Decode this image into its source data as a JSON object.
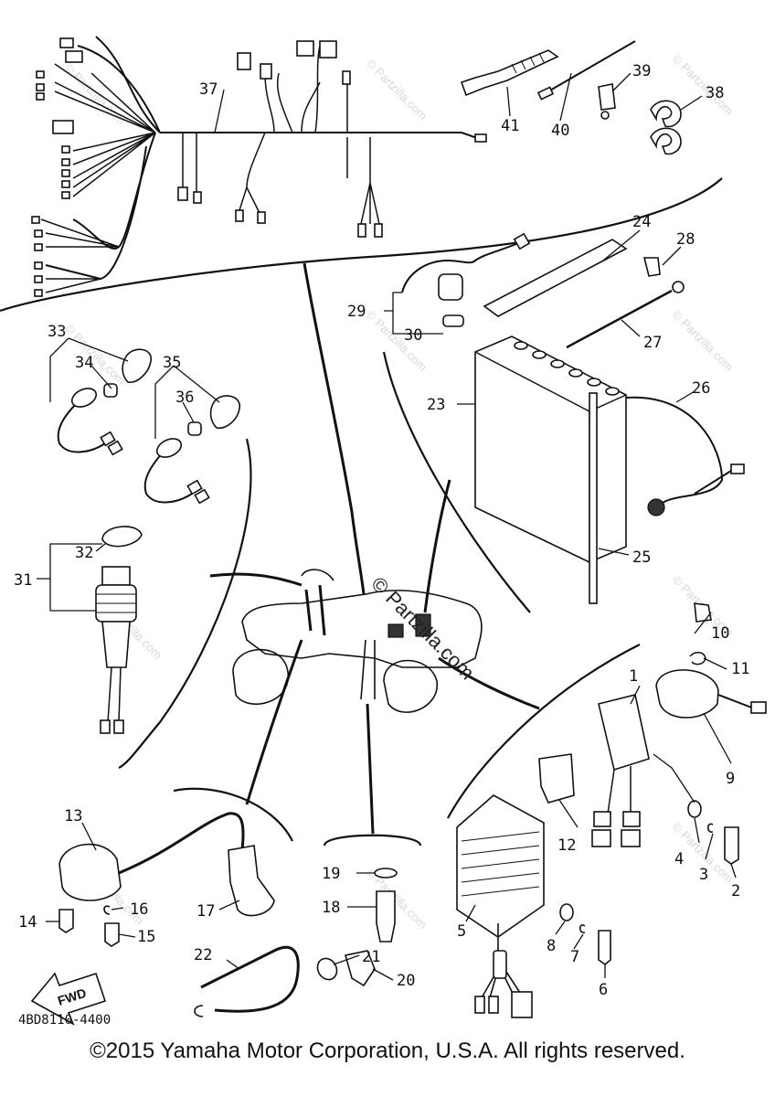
{
  "diagram": {
    "part_code": "4BD8110-4400",
    "direction_label": "FWD",
    "watermark_text": "© Partzilla.com",
    "center_watermark": "© Partzilla.com",
    "callouts": [
      {
        "id": "37",
        "label": "37"
      },
      {
        "id": "41",
        "label": "41"
      },
      {
        "id": "40",
        "label": "40"
      },
      {
        "id": "39",
        "label": "39"
      },
      {
        "id": "38",
        "label": "38"
      },
      {
        "id": "24",
        "label": "24"
      },
      {
        "id": "28",
        "label": "28"
      },
      {
        "id": "29",
        "label": "29"
      },
      {
        "id": "30",
        "label": "30"
      },
      {
        "id": "27",
        "label": "27"
      },
      {
        "id": "23",
        "label": "23"
      },
      {
        "id": "26",
        "label": "26"
      },
      {
        "id": "25",
        "label": "25"
      },
      {
        "id": "33",
        "label": "33"
      },
      {
        "id": "34",
        "label": "34"
      },
      {
        "id": "35",
        "label": "35"
      },
      {
        "id": "36",
        "label": "36"
      },
      {
        "id": "32",
        "label": "32"
      },
      {
        "id": "31",
        "label": "31"
      },
      {
        "id": "10",
        "label": "10"
      },
      {
        "id": "11",
        "label": "11"
      },
      {
        "id": "1",
        "label": "1"
      },
      {
        "id": "9",
        "label": "9"
      },
      {
        "id": "12",
        "label": "12"
      },
      {
        "id": "4",
        "label": "4"
      },
      {
        "id": "3",
        "label": "3"
      },
      {
        "id": "2",
        "label": "2"
      },
      {
        "id": "13",
        "label": "13"
      },
      {
        "id": "16",
        "label": "16"
      },
      {
        "id": "14",
        "label": "14"
      },
      {
        "id": "15",
        "label": "15"
      },
      {
        "id": "17",
        "label": "17"
      },
      {
        "id": "19",
        "label": "19"
      },
      {
        "id": "18",
        "label": "18"
      },
      {
        "id": "21",
        "label": "21"
      },
      {
        "id": "20",
        "label": "20"
      },
      {
        "id": "22",
        "label": "22"
      },
      {
        "id": "5",
        "label": "5"
      },
      {
        "id": "8",
        "label": "8"
      },
      {
        "id": "7",
        "label": "7"
      },
      {
        "id": "6",
        "label": "6"
      }
    ]
  },
  "footer": {
    "copyright": "©2015 Yamaha Motor Corporation, U.S.A. All rights reserved."
  }
}
